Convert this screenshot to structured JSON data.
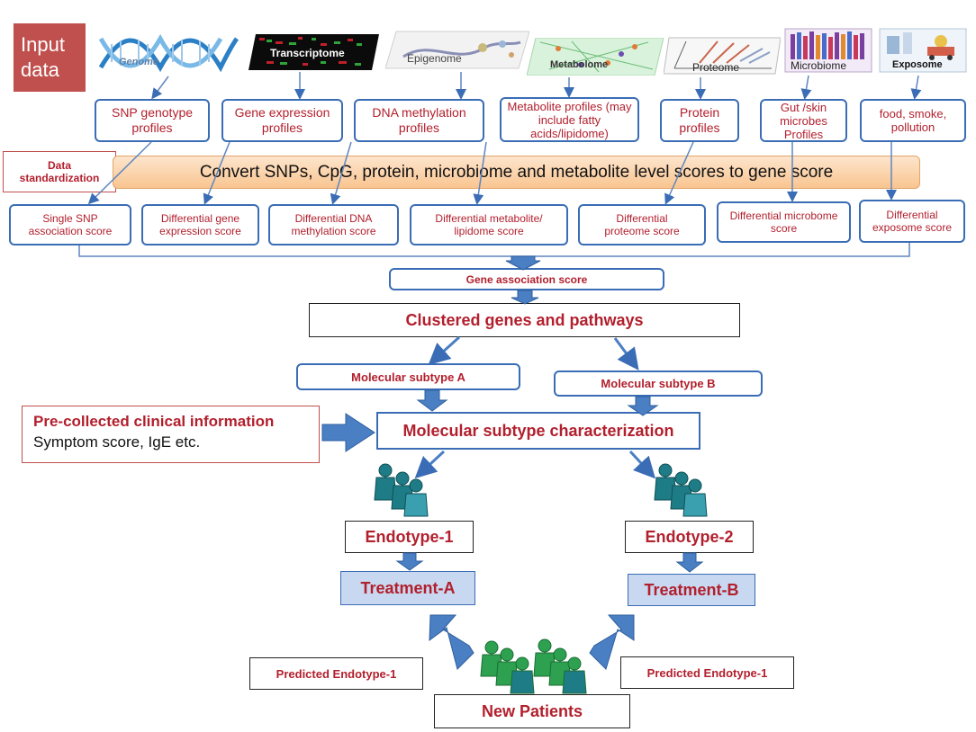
{
  "input_data": "Input data",
  "omics": [
    {
      "label": "Genome"
    },
    {
      "label": "Transcriptome"
    },
    {
      "label": "Epigenome"
    },
    {
      "label": "Metabolome"
    },
    {
      "label": "Proteome"
    },
    {
      "label": "Microbiome"
    },
    {
      "label": "Exposome"
    }
  ],
  "profiles": [
    "SNP genotype profiles",
    "Gene expression profiles",
    "DNA methylation profiles",
    "Metabolite profiles (may include fatty acids/lipidome)",
    "Protein profiles",
    "Gut /skin microbes Profiles",
    "food, smoke, pollution"
  ],
  "data_standardization": "Data standardization",
  "convert_banner": "Convert SNPs, CpG, protein,  microbiome and metabolite level scores to gene score",
  "scores": [
    "Single SNP association score",
    "Differential gene expression score",
    "Differential DNA methylation score",
    "Differential metabolite/ lipidome  score",
    "Differential proteome  score",
    "Differential microbome  score",
    "Differential exposome score"
  ],
  "gene_association": "Gene association score",
  "clustered": "Clustered genes and pathways",
  "subtype_a": "Molecular subtype A",
  "subtype_b": "Molecular subtype B",
  "clinical": {
    "title": "Pre-collected clinical information",
    "detail": "Symptom score, IgE etc."
  },
  "characterization": "Molecular subtype characterization",
  "endotype1": "Endotype-1",
  "endotype2": "Endotype-2",
  "treatment_a": "Treatment-A",
  "treatment_b": "Treatment-B",
  "predicted_left": "Predicted Endotype-1",
  "predicted_right": "Predicted Endotype-1",
  "new_patients": "New Patients",
  "colors": {
    "box_border": "#3a6db5",
    "red_text": "#b21f2d",
    "arrow_fill": "#4a7fc4",
    "people": "#1e7c86",
    "people2": "#2ea150",
    "input_bg": "#c0504d"
  }
}
